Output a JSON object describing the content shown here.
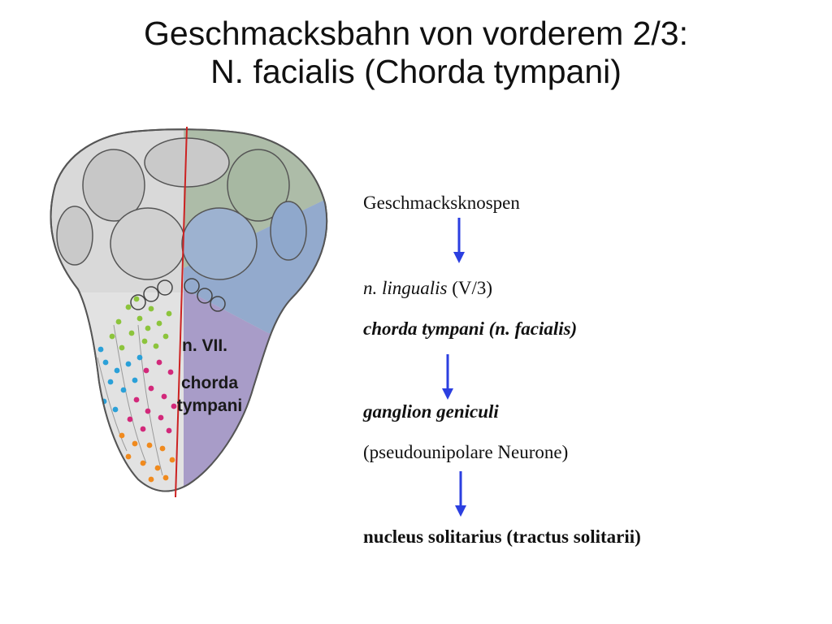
{
  "title": {
    "line1": "Geschmacksbahn von vorderem 2/3:",
    "line2": "N. facialis (Chorda tympani)"
  },
  "figure": {
    "label_nerve": "n. VII.",
    "label_chorda": "chorda",
    "label_tympani": "tympani",
    "colors": {
      "chorda_region": "#a89cc8",
      "midline": "#cc2222",
      "posterior_region": "#8fa8cc",
      "dot_colors": [
        "#8cc43c",
        "#2aa0d8",
        "#d2287a",
        "#f08a1e"
      ]
    }
  },
  "pathway": {
    "step1": "Geschmacksknospen",
    "step2_italic": "n. lingualis",
    "step2_rest": " (V/3)",
    "step3": "chorda tympani (n. facialis)",
    "step4": "ganglion geniculi",
    "step5": "(pseudounipolare Neurone)",
    "step6": "nucleus solitarius (tractus solitarii)",
    "arrow_color": "#2b3fe0",
    "arrow_icon": "arrow-down-icon"
  }
}
